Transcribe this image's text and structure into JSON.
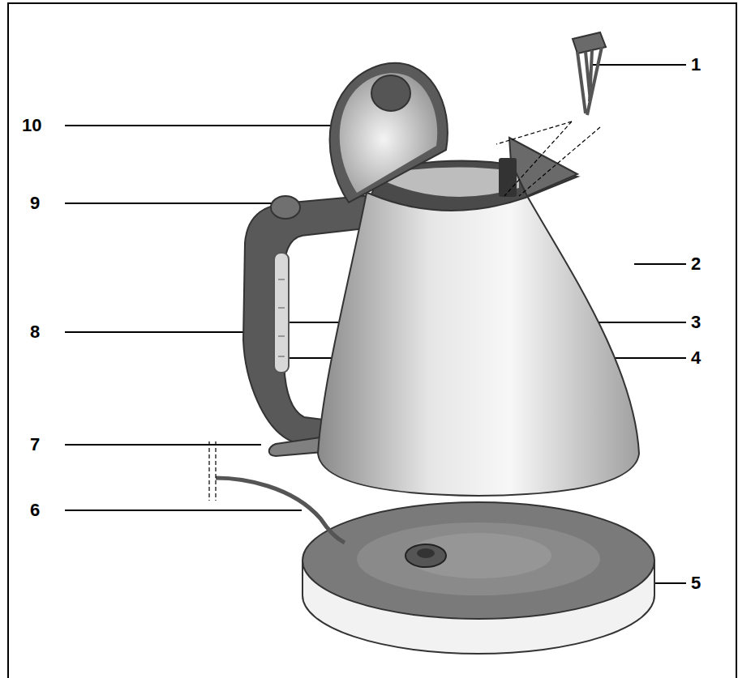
{
  "diagram": {
    "labels": [
      "1",
      "10",
      "9",
      "2",
      "8",
      "3",
      "4",
      "7",
      "6",
      "5"
    ]
  }
}
